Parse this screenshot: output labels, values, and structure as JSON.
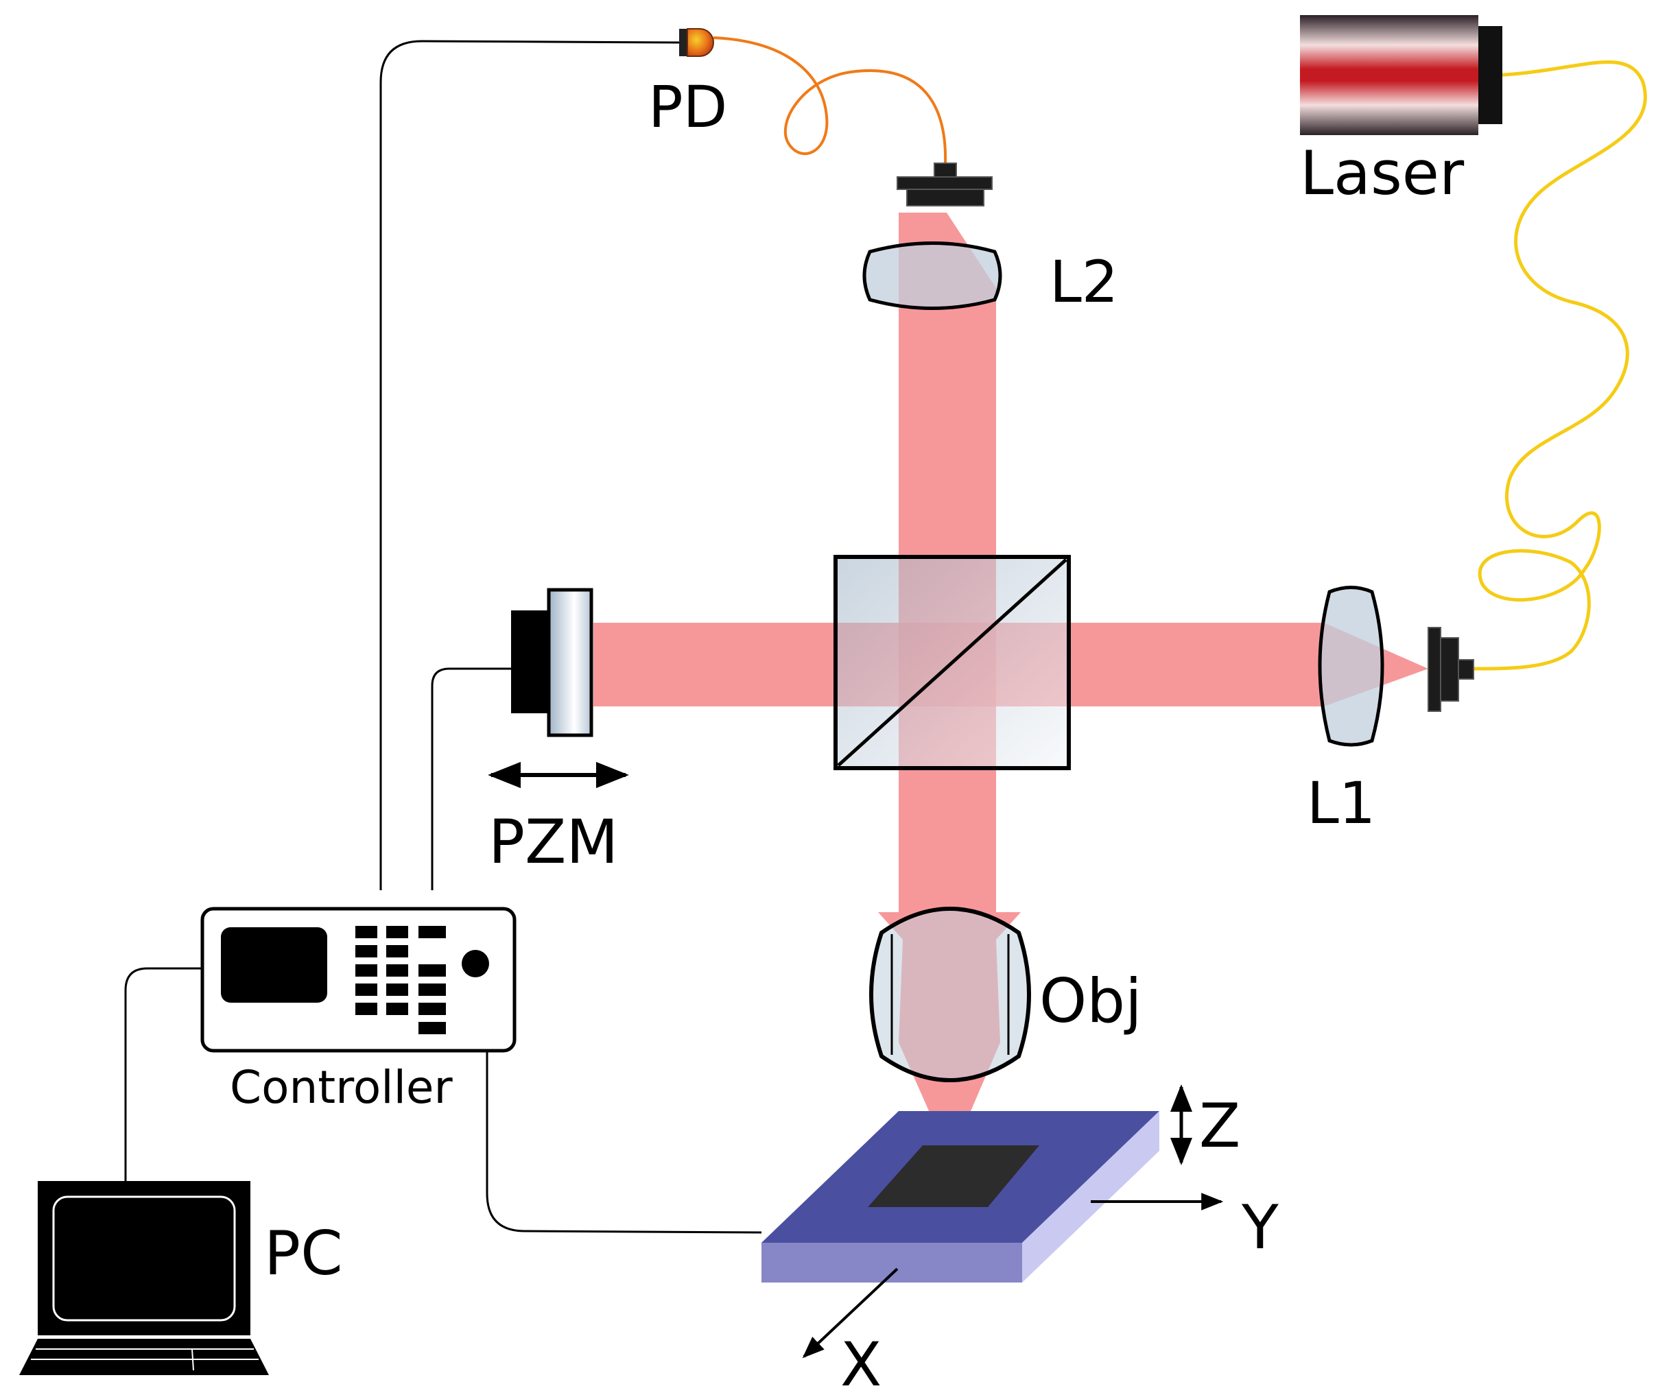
{
  "labels": {
    "pd": "PD",
    "laser": "Laser",
    "l2": "L2",
    "l1": "L1",
    "pzm": "PZM",
    "obj": "Obj",
    "controller": "Controller",
    "pc": "PC",
    "axis_z": "Z",
    "axis_y": "Y",
    "axis_x": "X"
  },
  "colors": {
    "beam": "#f37b7d",
    "fiber_laser": "#f5cc16",
    "fiber_pd": "#f07a17",
    "stage_top": "#4a4fa0",
    "stage_front": "#8787c7",
    "stage_side": "#c9c9f2",
    "optic_glass": "#c1cfdc",
    "cable": "#000000"
  },
  "icons": [
    "photodiode-icon",
    "laser-source-icon",
    "fiber-coupler-icon",
    "lens-icon",
    "beam-splitter-icon",
    "mirror-icon",
    "objective-icon",
    "sample-stage-icon",
    "controller-icon",
    "laptop-icon"
  ]
}
